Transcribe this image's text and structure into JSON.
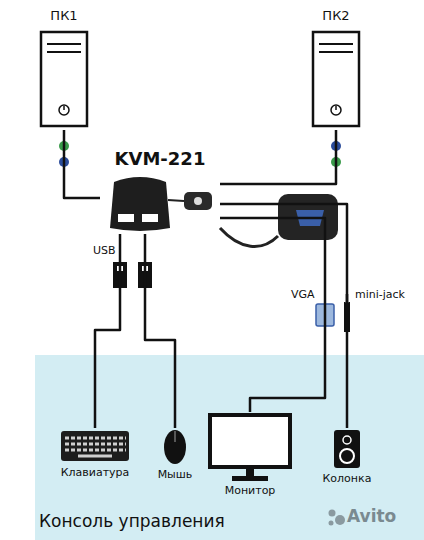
{
  "diagram": {
    "nodes": [
      {
        "text": [
          "ПК1"
        ]
      },
      {
        "text": [
          "ПК2"
        ]
      },
      {
        "text": [
          "KVM-221"
        ]
      },
      {
        "text": [
          "Консоль управления"
        ]
      },
      {
        "text": [
          "Клавиатура"
        ],
        "in": 3
      },
      {
        "text": [
          "Мышь"
        ],
        "in": 3
      },
      {
        "text": [
          "Монитор"
        ],
        "in": 3
      },
      {
        "text": [
          "Колонка"
        ],
        "in": 3
      }
    ],
    "edges": [
      {
        "from": 0,
        "to": 2,
        "arrow": "none"
      },
      {
        "from": 1,
        "to": 2,
        "arrow": "none"
      },
      {
        "from": 2,
        "to": 4,
        "arrow": "none"
      },
      {
        "from": 2,
        "to": 5,
        "arrow": "none"
      },
      {
        "from": 2,
        "to": 6,
        "arrow": "none"
      },
      {
        "from": 2,
        "to": 7,
        "arrow": "none"
      }
    ],
    "labels": [
      "USB",
      "VGA",
      "mini-jack",
      "Avito"
    ]
  }
}
